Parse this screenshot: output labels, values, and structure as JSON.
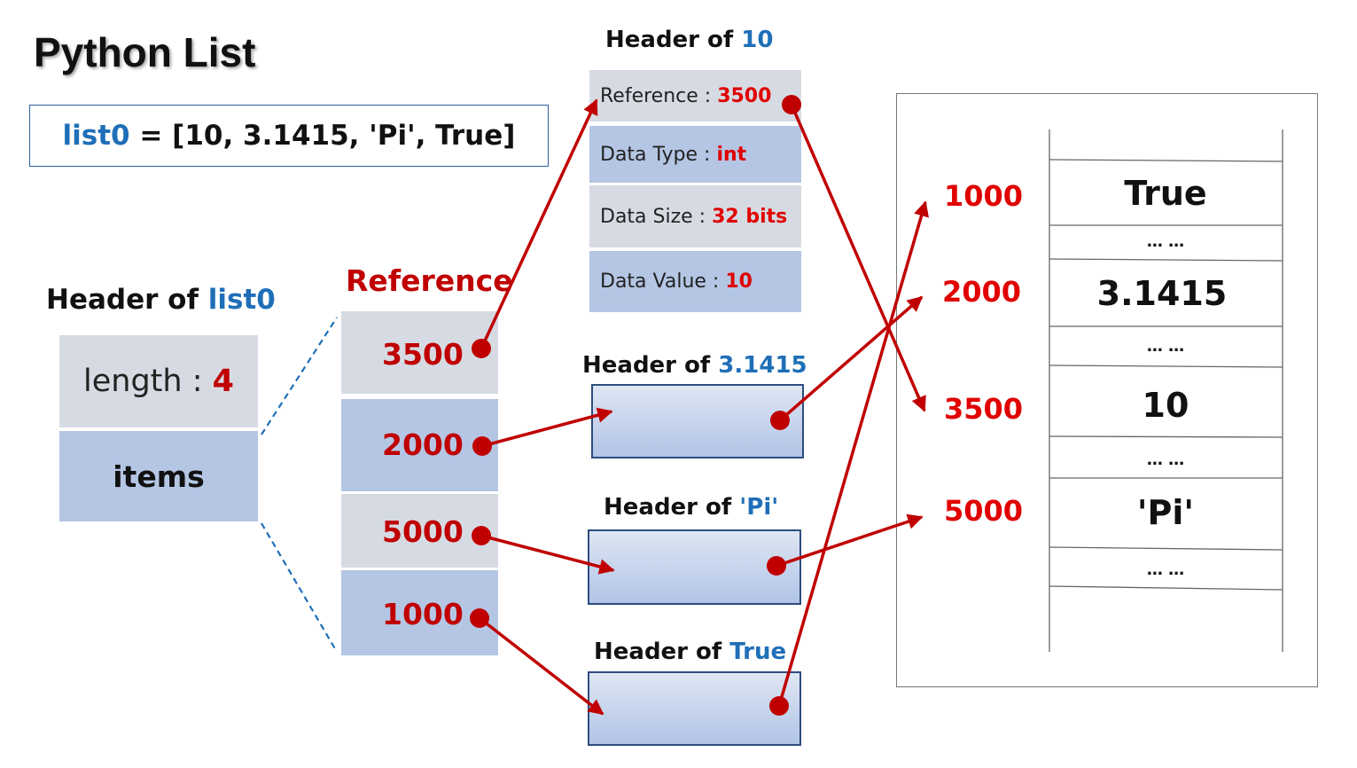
{
  "title": "Python List",
  "code": {
    "var": "list0",
    "rest": " = [10, 3.1415, 'Pi', True]"
  },
  "list_header": {
    "prefix": "Header of ",
    "name": "list0",
    "length_label": "length : ",
    "length_value": "4",
    "items_label": "items"
  },
  "reference": {
    "title": "Reference",
    "values": [
      "3500",
      "2000",
      "5000",
      "1000"
    ]
  },
  "int_header": {
    "prefix": "Header of ",
    "name": "10",
    "rows": [
      {
        "label": "Reference : ",
        "value": "3500"
      },
      {
        "label": "Data Type : ",
        "value": "int"
      },
      {
        "label": "Data Size : ",
        "value": "32 bits"
      },
      {
        "label": "Data Value : ",
        "value": "10"
      }
    ]
  },
  "headers": [
    {
      "prefix": "Header of ",
      "name": "3.1415"
    },
    {
      "prefix": "Header of ",
      "name": "'Pi'"
    },
    {
      "prefix": "Header of ",
      "name": "True"
    }
  ],
  "memory": {
    "addresses": [
      "1000",
      "2000",
      "3500",
      "5000"
    ],
    "values": [
      "True",
      "3.1415",
      "10",
      "'Pi'"
    ],
    "ellipsis": "… …"
  },
  "colors": {
    "arrow": "#c00000",
    "accent_blue": "#1f6fb8",
    "address_red": "#e00000"
  }
}
